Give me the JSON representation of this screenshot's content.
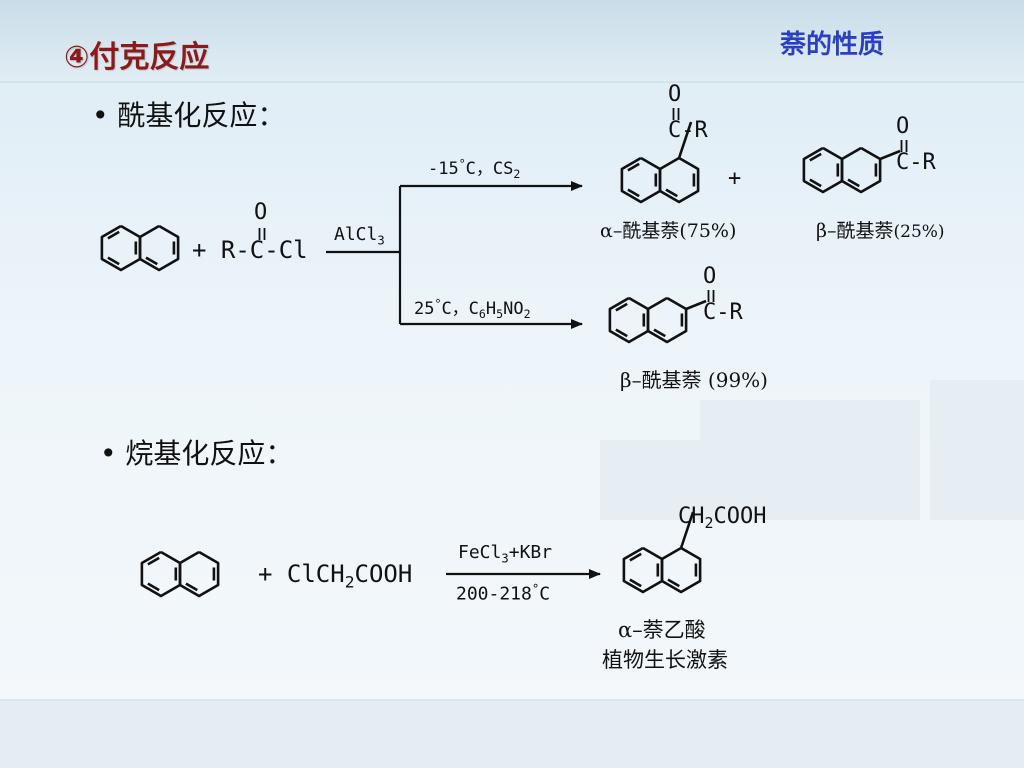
{
  "header": {
    "slide_title": "④付克反应",
    "corner_title": "萘的性质"
  },
  "acylation": {
    "bullet": "酰基化反应：",
    "reagent_pre": "+ R-",
    "reagent_o": "O",
    "reagent_c": "C",
    "reagent_post": "-Cl",
    "catalyst": {
      "main": "AlCl",
      "sub": "3"
    },
    "upper_condition": {
      "temp": "-15",
      "deg": "°",
      "unit": "C，CS",
      "sub": "2"
    },
    "lower_condition": {
      "temp": "25",
      "deg": "°",
      "unit": "C，C",
      "s1": "6",
      "h": "H",
      "s2": "5",
      "no": "NO",
      "s3": "2"
    },
    "products": {
      "alpha": {
        "o": "O",
        "cr": "C-R",
        "label": "α–酰基萘(75%)"
      },
      "plus": "+",
      "beta_upper": {
        "o": "O",
        "cr": "C-R",
        "label": "β–酰基萘",
        "pct": "(25%)"
      },
      "beta_lower": {
        "o": "O",
        "cr": "C-R",
        "label": "β–酰基萘 (99%)"
      }
    }
  },
  "alkylation": {
    "bullet": "烷基化反应：",
    "reagent": {
      "pre": "+ ClCH",
      "sub": "2",
      "post": "COOH"
    },
    "catalyst": {
      "a": "FeCl",
      "sub": "3",
      "b": "+KBr"
    },
    "condition": {
      "temp": "200-218",
      "deg": "°",
      "unit": "C"
    },
    "product": {
      "formula": {
        "pre": "CH",
        "sub": "2",
        "post": "COOH"
      },
      "name": "α–萘乙酸",
      "desc": "植物生长激素"
    }
  }
}
